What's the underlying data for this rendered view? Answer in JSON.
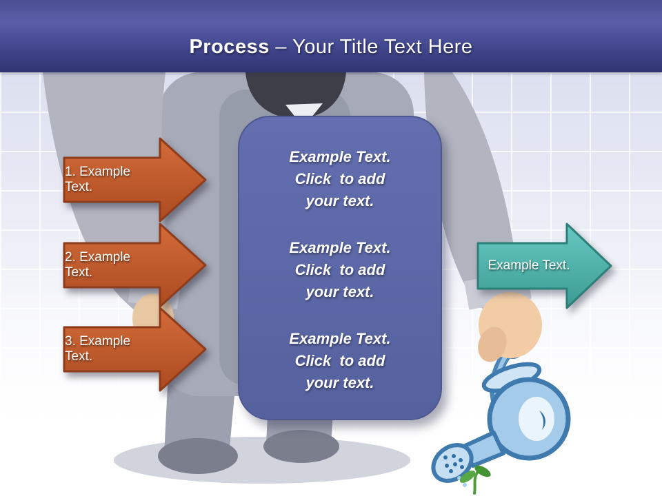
{
  "title": {
    "bold": "Process",
    "separator": " – ",
    "rest": "Your Title Text Here"
  },
  "left_arrows": [
    {
      "label": "1. Example Text."
    },
    {
      "label": "2. Example Text."
    },
    {
      "label": "3. Example Text."
    }
  ],
  "center_panel": {
    "blocks": [
      {
        "lines": [
          "Example Text.",
          "Click  to add",
          "your text."
        ]
      },
      {
        "lines": [
          "Example Text.",
          "Click  to add",
          "your text."
        ]
      },
      {
        "lines": [
          "Example Text.",
          "Click  to add",
          "your text."
        ]
      }
    ]
  },
  "right_arrow": {
    "label": "Example Text."
  },
  "colors": {
    "header_gradient_top": "#5A5FA8",
    "header_gradient_bottom": "#303470",
    "background_top": "#D8DCEE",
    "background_bottom": "#FFFFFF",
    "step_arrow_fill": "#C2572B",
    "step_arrow_border": "#8E3C1C",
    "panel_fill": "#5B67A9",
    "panel_border": "#4D588F",
    "output_arrow_fill": "#52BCB4",
    "output_arrow_border": "#2D7F79",
    "text": "#FFFFFF"
  }
}
